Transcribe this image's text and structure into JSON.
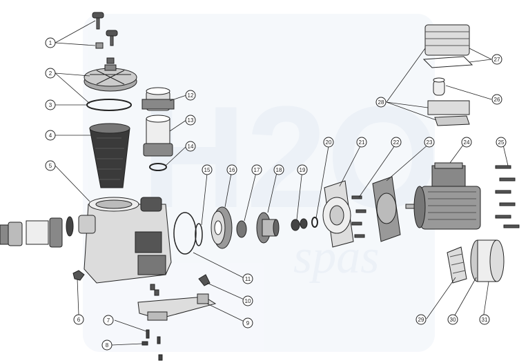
{
  "watermark": {
    "logo_text": "H2O",
    "subtext": "spas",
    "color": "#dde6f2"
  },
  "callouts": [
    "1",
    "2",
    "3",
    "4",
    "5",
    "6",
    "7",
    "8",
    "9",
    "10",
    "11",
    "12",
    "13",
    "14",
    "15",
    "16",
    "17",
    "18",
    "19",
    "20",
    "21",
    "22",
    "23",
    "24",
    "25",
    "26",
    "27",
    "28",
    "29",
    "30",
    "31"
  ],
  "colors": {
    "line": "#222222",
    "part_dark": "#333333",
    "part_mid": "#888888",
    "part_light": "#eeeeee"
  }
}
